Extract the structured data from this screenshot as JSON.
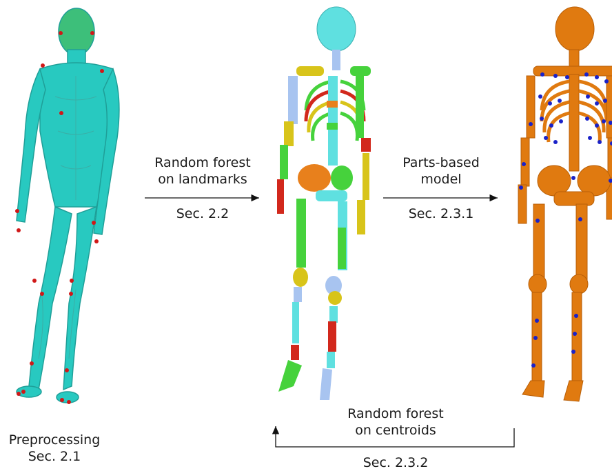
{
  "arrow_top_left": {
    "line1": "Random forest",
    "line2": "on landmarks",
    "section": "Sec. 2.2"
  },
  "arrow_top_right": {
    "line1": "Parts-based",
    "line2": "model",
    "section": "Sec. 2.3.1"
  },
  "arrow_bottom": {
    "line1": "Random forest",
    "line2": "on centroids",
    "section": "Sec. 2.3.2"
  },
  "left_caption": {
    "line1": "Preprocessing",
    "line2": "Sec. 2.1"
  },
  "colors": {
    "skin": "#28c9c0",
    "skin_dark": "#1f9f98",
    "landmark": "#d01818",
    "bone_orange": "#e07a10",
    "centroid": "#1a22c8",
    "seg_cyan": "#5fe0e0",
    "seg_green": "#46d23c",
    "seg_yellow": "#d8c41a",
    "seg_red": "#d2281c",
    "seg_blue": "#a8c4f0",
    "seg_orange": "#e8801c"
  }
}
